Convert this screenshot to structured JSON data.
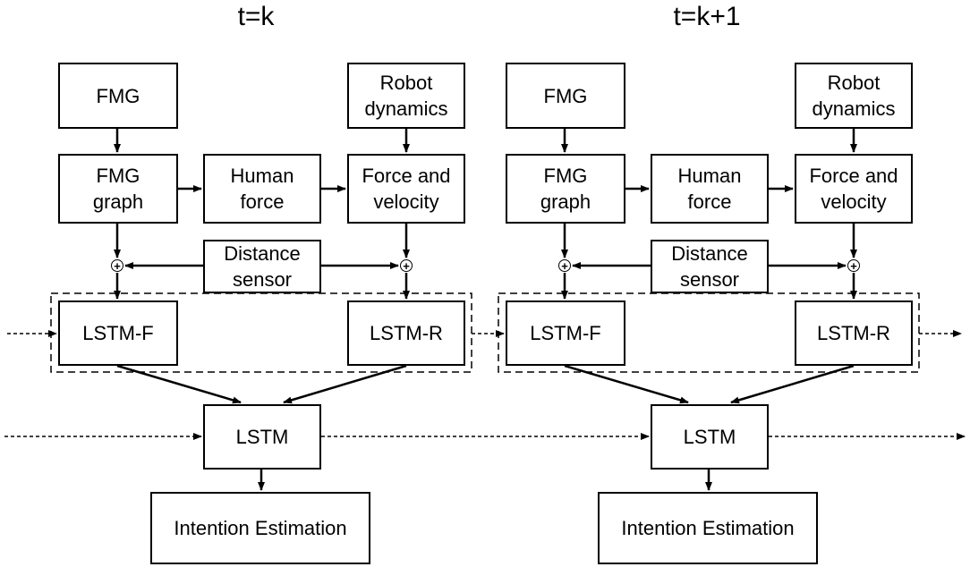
{
  "timesteps": [
    {
      "title": "t=k",
      "fmg": "FMG",
      "robot_dynamics": [
        "Robot",
        "dynamics"
      ],
      "fmg_graph": [
        "FMG",
        "graph"
      ],
      "human_force": [
        "Human",
        "force"
      ],
      "force_velocity": [
        "Force and",
        "velocity"
      ],
      "distance_sensor": [
        "Distance",
        "sensor"
      ],
      "lstm_f": "LSTM-F",
      "lstm_r": "LSTM-R",
      "lstm": "LSTM",
      "intention": "Intention Estimation",
      "sum_symbol": "+"
    },
    {
      "title": "t=k+1",
      "fmg": "FMG",
      "robot_dynamics": [
        "Robot",
        "dynamics"
      ],
      "fmg_graph": [
        "FMG",
        "graph"
      ],
      "human_force": [
        "Human",
        "force"
      ],
      "force_velocity": [
        "Force and",
        "velocity"
      ],
      "distance_sensor": [
        "Distance",
        "sensor"
      ],
      "lstm_f": "LSTM-F",
      "lstm_r": "LSTM-R",
      "lstm": "LSTM",
      "intention": "Intention Estimation",
      "sum_symbol": "+"
    }
  ]
}
